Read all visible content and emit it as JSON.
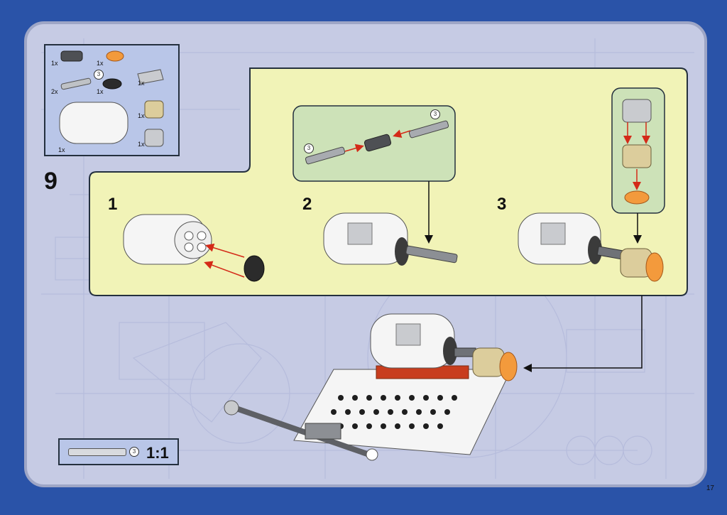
{
  "step_number": "9",
  "substeps": [
    "1",
    "2",
    "3"
  ],
  "parts_list": [
    {
      "qty": "1x",
      "part": "dark-gray-axle-connector"
    },
    {
      "qty": "1x",
      "part": "orange-round-plate"
    },
    {
      "qty": "2x",
      "part": "light-gray-axle",
      "length": "3"
    },
    {
      "qty": "1x",
      "part": "black-round-plate"
    },
    {
      "qty": "1x",
      "part": "light-gray-slope"
    },
    {
      "qty": "1x",
      "part": "tan-round-brick"
    },
    {
      "qty": "1x",
      "part": "white-double-cylinder"
    },
    {
      "qty": "1x",
      "part": "light-gray-round-brick"
    }
  ],
  "axle_length_callout": "3",
  "scale": {
    "axle_length": "3",
    "label": "1:1"
  },
  "page_number": "17",
  "colors": {
    "background_blue": "#2a53a8",
    "page_lavender": "#c6cbe4",
    "callout_yellow": "#f1f3b7",
    "callout_green": "#cde2b8",
    "arrow_red": "#d42a18"
  }
}
